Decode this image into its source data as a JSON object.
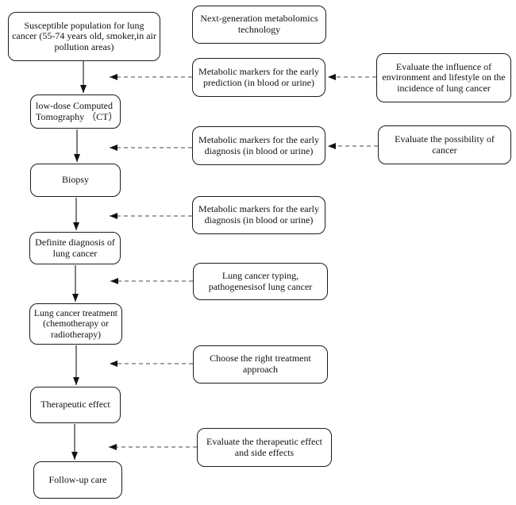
{
  "figure": {
    "type": "flowchart",
    "background": "#ffffff",
    "colors": {
      "box_border": "#1c1c1c",
      "text": "#111111",
      "solid_arrow": "#3a3a3a",
      "dashed_arrow": "#6e6e6e",
      "arrowhead": "#111111"
    },
    "left_column": [
      {
        "id": "susceptible-population",
        "label": "Susceptible population for lung cancer (55-74 years old, smoker,in air pollution areas)"
      },
      {
        "id": "low-dose-ct",
        "label": "low-dose Computed Tomography （CT）"
      },
      {
        "id": "biopsy",
        "label": "Biopsy"
      },
      {
        "id": "definite-diagnosis",
        "label": "Definite diagnosis of lung cancer"
      },
      {
        "id": "lung-cancer-treatment",
        "label": "Lung cancer treatment (chemotherapy or radiotherapy)"
      },
      {
        "id": "therapeutic-effect",
        "label": "Therapeutic effect"
      },
      {
        "id": "follow-up-care",
        "label": "Follow-up care"
      }
    ],
    "middle_column": [
      {
        "id": "next-gen-metabolomics",
        "label": "Next-generation metabolomics technology"
      },
      {
        "id": "markers-early-prediction",
        "label": "Metabolic markers for the early prediction (in blood or urine)"
      },
      {
        "id": "markers-early-diagnosis-1",
        "label": "Metabolic markers for the early diagnosis (in blood or urine)"
      },
      {
        "id": "markers-early-diagnosis-2",
        "label": "Metabolic markers for the early diagnosis (in blood or urine)"
      },
      {
        "id": "lung-cancer-typing",
        "label": "Lung cancer typing, pathogenesisof lung cancer"
      },
      {
        "id": "choose-treatment",
        "label": "Choose the right treatment approach"
      },
      {
        "id": "evaluate-therapeutic-effect",
        "label": "Evaluate the therapeutic effect and side effects"
      }
    ],
    "right_column": [
      {
        "id": "evaluate-environment-influence",
        "label": "Evaluate the influence of environment and lifestyle on the incidence of lung cancer"
      },
      {
        "id": "evaluate-cancer-possibility",
        "label": "Evaluate the possibility of cancer"
      }
    ],
    "edges": [
      {
        "from": "susceptible-population",
        "to": "low-dose-ct",
        "style": "solid"
      },
      {
        "from": "low-dose-ct",
        "to": "biopsy",
        "style": "solid"
      },
      {
        "from": "biopsy",
        "to": "definite-diagnosis",
        "style": "solid"
      },
      {
        "from": "definite-diagnosis",
        "to": "lung-cancer-treatment",
        "style": "solid"
      },
      {
        "from": "lung-cancer-treatment",
        "to": "therapeutic-effect",
        "style": "solid"
      },
      {
        "from": "therapeutic-effect",
        "to": "follow-up-care",
        "style": "solid"
      },
      {
        "from": "markers-early-prediction",
        "to": "susceptible-population→low-dose-ct",
        "style": "dashed"
      },
      {
        "from": "markers-early-diagnosis-1",
        "to": "low-dose-ct→biopsy",
        "style": "dashed"
      },
      {
        "from": "markers-early-diagnosis-2",
        "to": "biopsy→definite-diagnosis",
        "style": "dashed"
      },
      {
        "from": "lung-cancer-typing",
        "to": "definite-diagnosis→lung-cancer-treatment",
        "style": "dashed"
      },
      {
        "from": "choose-treatment",
        "to": "lung-cancer-treatment→therapeutic-effect",
        "style": "dashed"
      },
      {
        "from": "evaluate-therapeutic-effect",
        "to": "therapeutic-effect→follow-up-care",
        "style": "dashed"
      },
      {
        "from": "evaluate-environment-influence",
        "to": "markers-early-prediction",
        "style": "dashed"
      },
      {
        "from": "evaluate-cancer-possibility",
        "to": "markers-early-diagnosis-1",
        "style": "dashed"
      }
    ]
  }
}
